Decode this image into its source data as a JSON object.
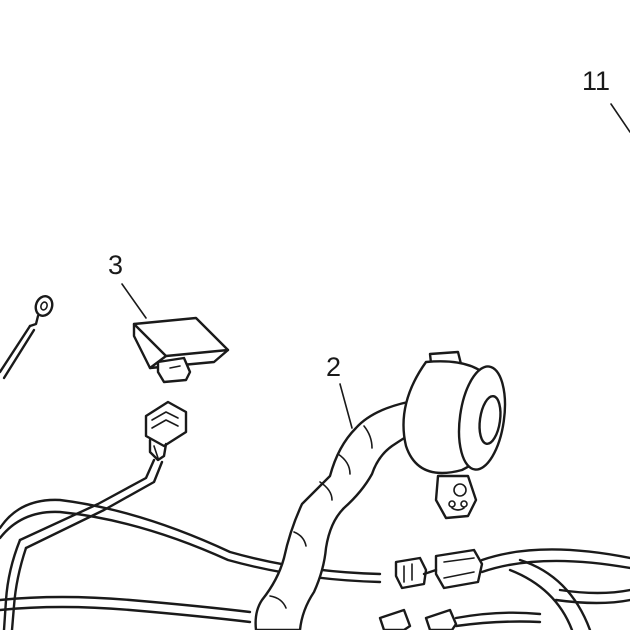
{
  "callouts": {
    "c11": "11",
    "c3": "3",
    "c2": "2"
  },
  "colors": {
    "line": "#1a1a1a",
    "background": "#ffffff"
  }
}
